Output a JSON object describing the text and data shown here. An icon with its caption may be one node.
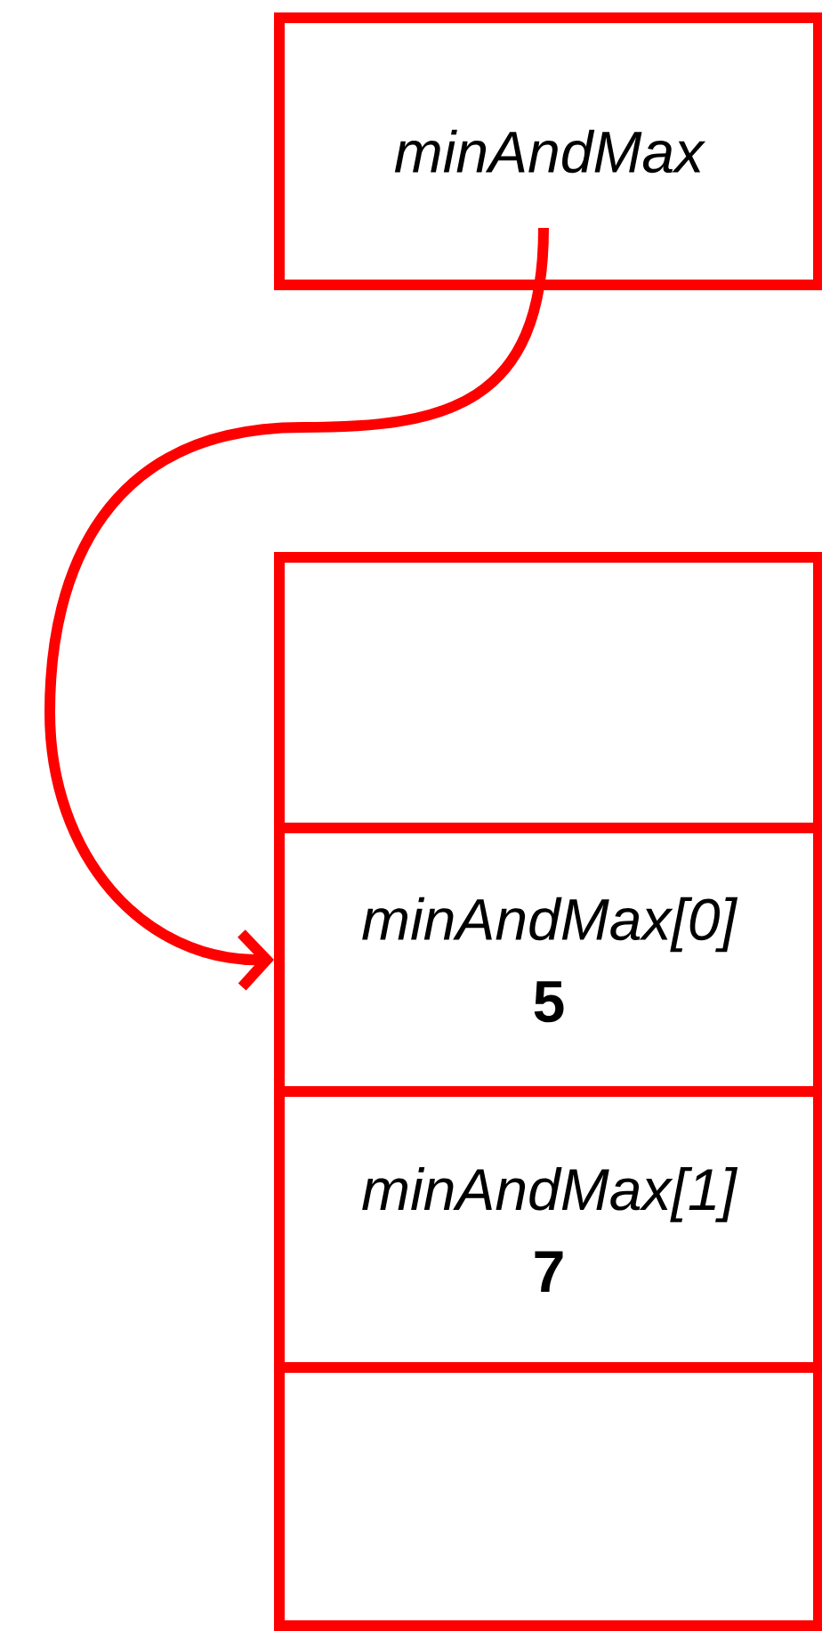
{
  "diagram": {
    "nodes": [
      {
        "text": [
          "minAndMax"
        ]
      },
      {
        "text": [],
        "shape": "box"
      },
      {
        "text": [
          "minAndMax[0]",
          "5"
        ]
      },
      {
        "text": [
          "minAndMax[1]",
          "7"
        ]
      },
      {
        "text": [],
        "shape": "box"
      }
    ],
    "edges": [
      {
        "from": 0,
        "to": 2,
        "arrow": "to"
      }
    ]
  }
}
